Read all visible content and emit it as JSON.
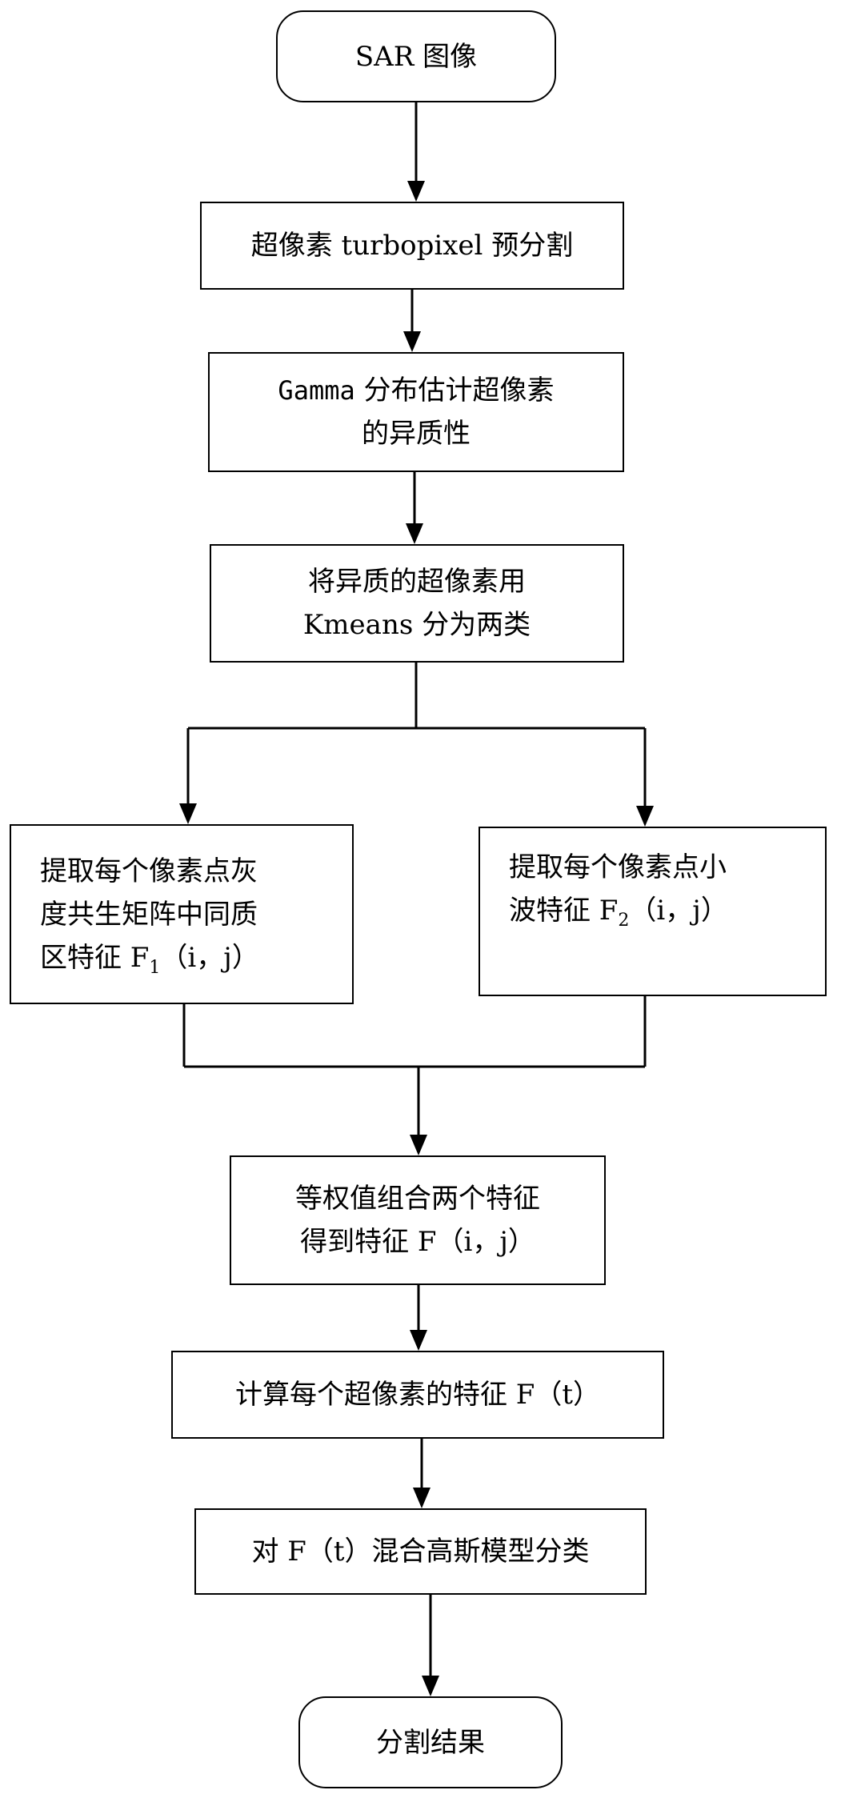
{
  "nodes": {
    "sar": {
      "lines": [
        "SAR 图像"
      ]
    },
    "presegment": {
      "lines": [
        "超像素 turbopixel 预分割"
      ]
    },
    "gamma": {
      "mono": "Gamma",
      "lines": [
        " 分布估计超像素",
        "的异质性"
      ]
    },
    "kmeans": {
      "lines": [
        "将异质的超像素用",
        "Kmeans 分为两类"
      ]
    },
    "glcm": {
      "lines": [
        "提取每个像素点灰",
        "度共生矩阵中同质",
        "区特征 F"
      ],
      "sub": "1",
      "tail": "（i，j）"
    },
    "wavelet": {
      "lines": [
        "提取每个像素点小",
        "波特征 F"
      ],
      "sub": "2",
      "tail": "（i，j）"
    },
    "combine": {
      "lines": [
        "等权值组合两个特征",
        "得到特征 F（i，j）"
      ]
    },
    "superfeat": {
      "lines": [
        "计算每个超像素的特征 F（t）"
      ]
    },
    "gmm": {
      "lines": [
        "对 F（t）混合高斯模型分类"
      ]
    },
    "result": {
      "lines": [
        "分割结果"
      ]
    }
  },
  "style": {
    "stroke": "#000000",
    "fill": "#ffffff"
  }
}
